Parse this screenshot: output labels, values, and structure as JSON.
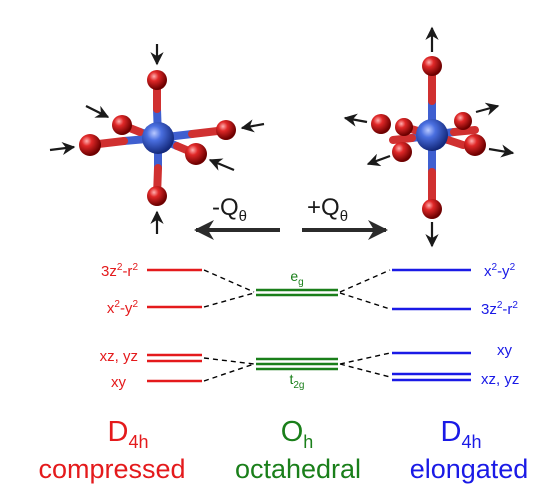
{
  "colors": {
    "compressed": "#e41a1c",
    "octahedral": "#1a7f1a",
    "elongated": "#1a1ae6",
    "metal": "#3a5fcf",
    "ligand": "#d42020",
    "bond_blue": "#3f5fd0",
    "bond_red": "#d03030",
    "arrow": "#1a1a1a",
    "connector": "#000000"
  },
  "transitions": {
    "compress_label": "-Q",
    "elongate_label": "+Q",
    "subscript": "θ"
  },
  "levels": {
    "compressed": {
      "upper_top": {
        "base": "3z",
        "sup1": "2",
        "mid": "-r",
        "sup2": "2"
      },
      "upper_bottom": {
        "base": "x",
        "sup1": "2",
        "mid": "-y",
        "sup2": "2"
      },
      "lower_top": "xz, yz",
      "lower_bottom": "xy"
    },
    "octahedral": {
      "upper": {
        "base": "e",
        "sub": "g"
      },
      "lower": {
        "base": "t",
        "sub": "2g"
      }
    },
    "elongated": {
      "upper_top": {
        "base": "x",
        "sup1": "2",
        "mid": "-y",
        "sup2": "2"
      },
      "upper_bottom": {
        "base": "3z",
        "sup1": "2",
        "mid": "-r",
        "sup2": "2"
      },
      "lower_top": "xy",
      "lower_bottom": "xz, yz"
    }
  },
  "groups": {
    "compressed": {
      "symbol": "D",
      "sub": "4h",
      "name": "compressed"
    },
    "octahedral": {
      "symbol": "O",
      "sub": "h",
      "name": "octahedral"
    },
    "elongated": {
      "symbol": "D",
      "sub": "4h",
      "name": "elongated"
    }
  }
}
